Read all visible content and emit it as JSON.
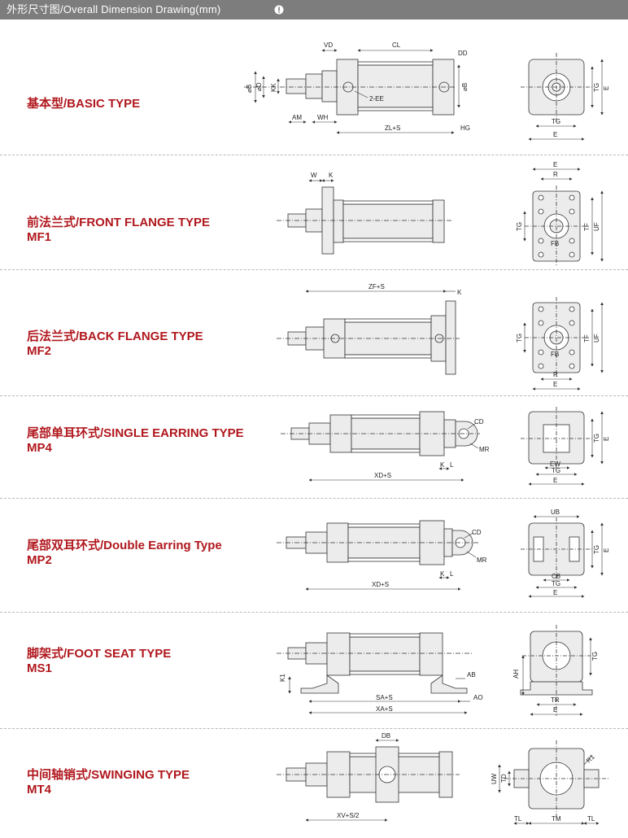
{
  "header": {
    "title": "外形尺寸图/Overall Dimension Drawing(mm)"
  },
  "sections": [
    {
      "label": "基本型/BASIC TYPE",
      "code": "",
      "dims": {
        "vd": "VD",
        "cl": "CL",
        "dd": "DD",
        "phib": "⌀B",
        "phid": "⌀D",
        "kk": "KK",
        "ee": "2-EE",
        "phib2": "⌀B",
        "am": "AM",
        "wh": "WH",
        "zls": "ZL+S",
        "hg": "HG",
        "tg": "TG",
        "tg2": "TG",
        "e": "E",
        "e2": "E"
      }
    },
    {
      "label": "前法兰式/FRONT FLANGE TYPE",
      "code": "MF1",
      "dims": {
        "w": "W",
        "k": "K",
        "e": "E",
        "r": "R",
        "tg": "TG",
        "tf": "TF",
        "uf": "UF",
        "fb": "FB"
      }
    },
    {
      "label": "后法兰式/BACK FLANGE TYPE",
      "code": "MF2",
      "dims": {
        "zfs": "ZF+S",
        "k": "K",
        "tg": "TG",
        "tf": "TF",
        "uf": "UF",
        "fb": "FB",
        "r": "R",
        "e": "E"
      }
    },
    {
      "label": "尾部单耳环式/SINGLE EARRING TYPE",
      "code": "MP4",
      "dims": {
        "cd": "CD",
        "mr": "MR",
        "k": "K",
        "l": "L",
        "xds": "XD+S",
        "tg": "TG",
        "e": "E",
        "ew": "EW",
        "tg2": "TG",
        "e2": "E"
      }
    },
    {
      "label": "尾部双耳环式/Double Earring Type",
      "code": "MP2",
      "dims": {
        "cd": "CD",
        "mr": "MR",
        "k": "K",
        "l": "L",
        "xds": "XD+S",
        "ub": "UB",
        "tg": "TG",
        "e": "E",
        "cb": "CB",
        "tg2": "TG",
        "e2": "E"
      }
    },
    {
      "label": "脚架式/FOOT SEAT TYPE",
      "code": "MS1",
      "dims": {
        "k1": "K1",
        "ab": "AB",
        "sas": "SA+S",
        "ao": "AO",
        "xas": "XA+S",
        "ah": "AH",
        "tg": "TG",
        "tr": "TR",
        "e": "E"
      }
    },
    {
      "label": "中间轴销式/SWINGING TYPE",
      "code": "MT4",
      "dims": {
        "db": "DB",
        "xv": "XV+S/2",
        "uw": "UW",
        "td": "TD",
        "r1": "R1",
        "tl": "TL",
        "tm": "TM",
        "tl2": "TL"
      }
    }
  ],
  "colors": {
    "header_bg": "#7d7d7d",
    "label": "#b0171d",
    "part_fill": "#ececec",
    "line": "#333333"
  },
  "icons": {
    "header": "info-icon"
  }
}
